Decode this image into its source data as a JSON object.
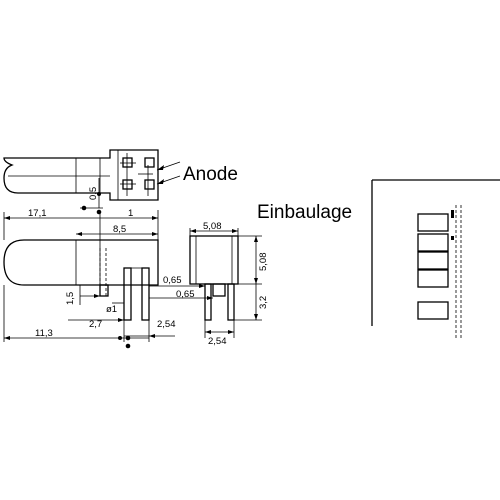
{
  "labels": {
    "anode": "Anode",
    "einbaulage": "Einbaulage"
  },
  "dimensions": {
    "d_17_1": "17,1",
    "d_0_5": "0,5",
    "d_1": "1",
    "d_8_5": "8,5",
    "d_5_08_top": "5,08",
    "d_5_08_side": "5,08",
    "d_0_65_a": "0,65",
    "d_0_65_b": "0,65",
    "d_3_2": "3,2",
    "d_1_5": "1,5",
    "d_dia_1": "ø1",
    "d_2_7": "2,7",
    "d_2_54_a": "2,54",
    "d_2_54_b": "2,54",
    "d_11_3": "11,3"
  }
}
